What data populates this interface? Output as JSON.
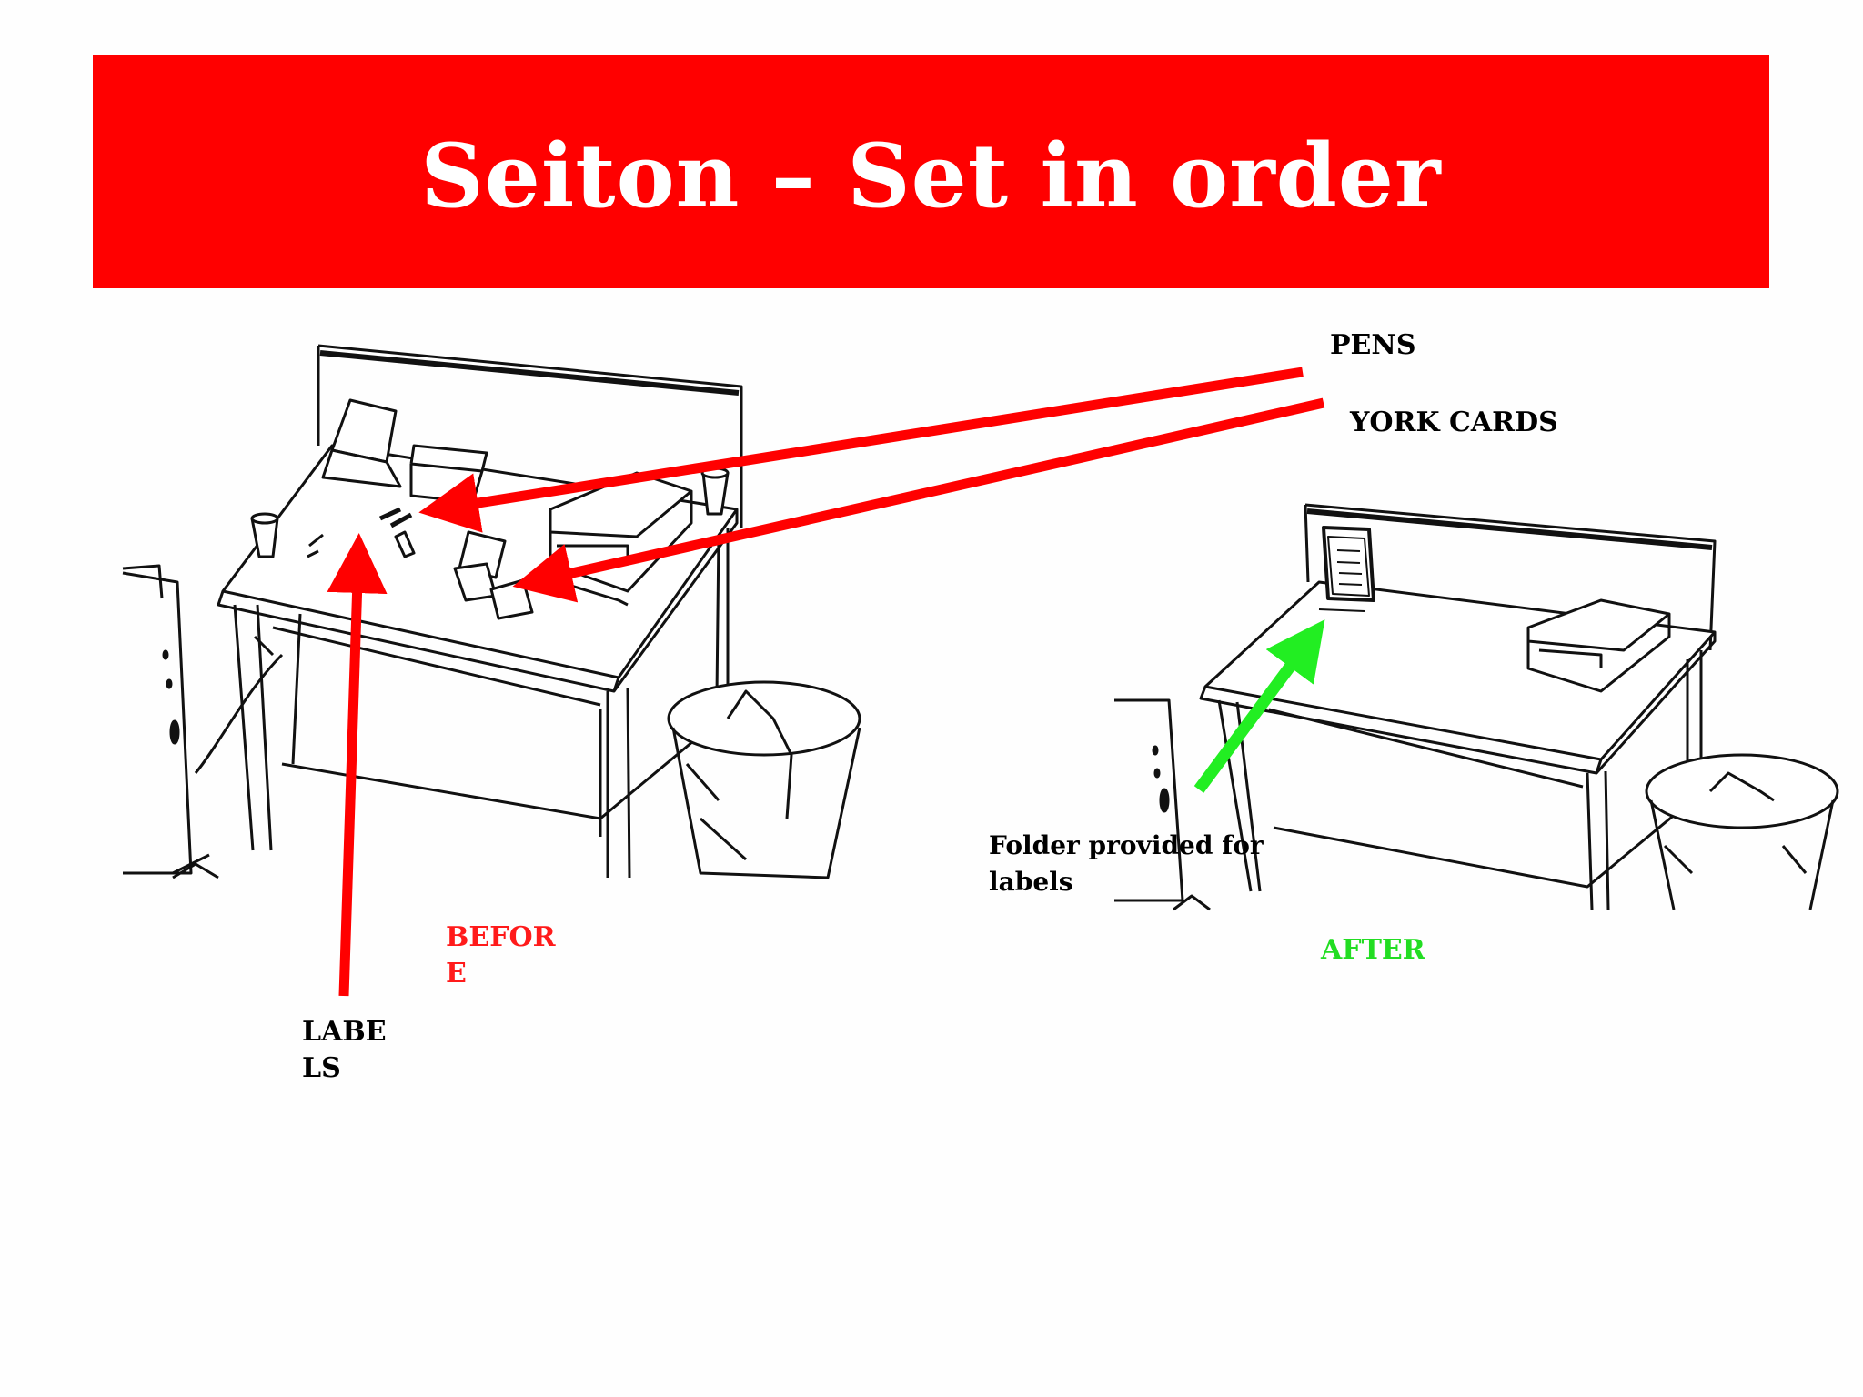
{
  "slide": {
    "title": "Seiton – Set in order"
  },
  "labels": {
    "pens": "PENS",
    "york_cards": "YORK CARDS",
    "before_line1": "BEFOR",
    "before_line2": "E",
    "labels_line1": "LABE",
    "labels_line2": "LS",
    "folder_line1": "Folder provided for",
    "folder_line2": "labels",
    "after": "AFTER"
  },
  "colors": {
    "banner": "#ff0000",
    "before_arrows": "#ff0000",
    "after_arrow": "#22ee22",
    "before_text": "#ff1a1a",
    "after_text": "#22dd22"
  }
}
